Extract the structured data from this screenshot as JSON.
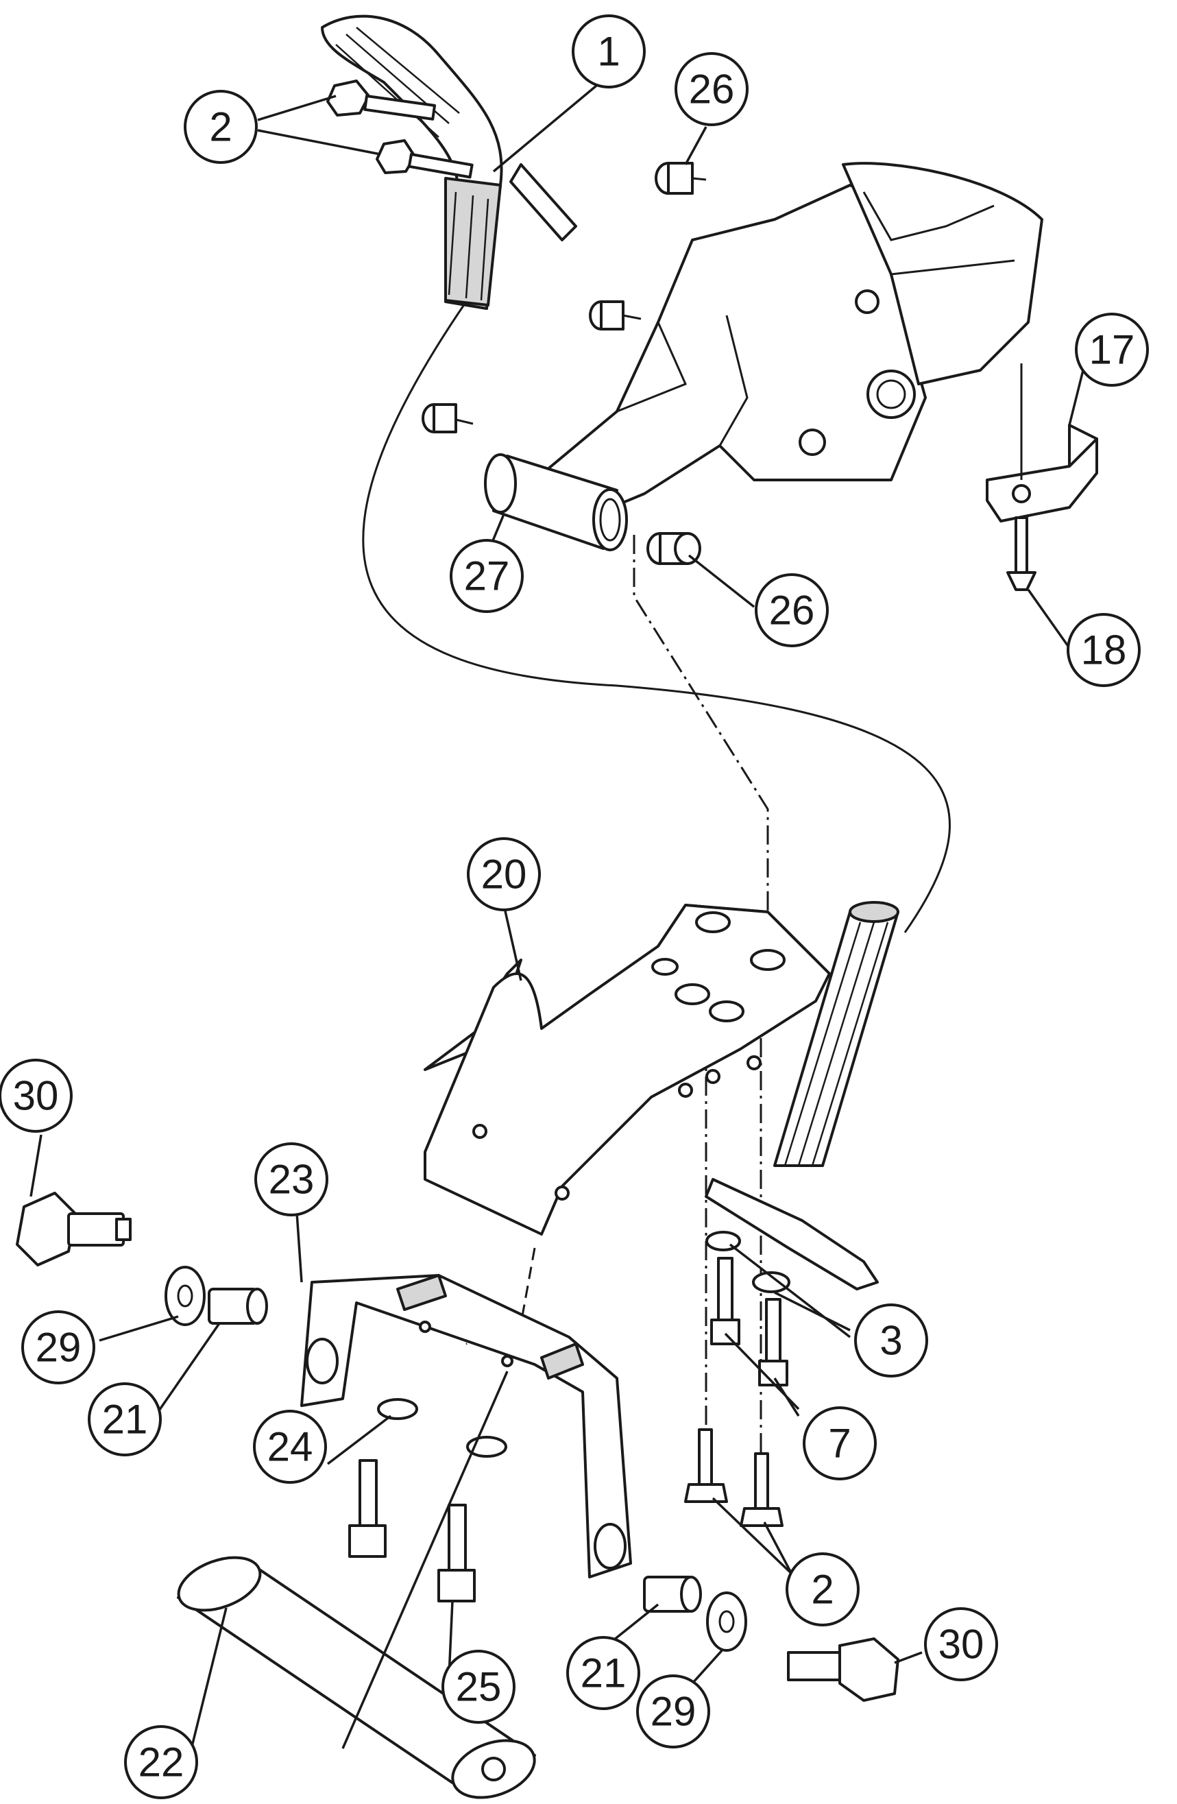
{
  "callouts": {
    "c1": "1",
    "c2a": "2",
    "c2b": "2",
    "c3": "3",
    "c7": "7",
    "c17": "17",
    "c18": "18",
    "c20": "20",
    "c21a": "21",
    "c21b": "21",
    "c22": "22",
    "c23": "23",
    "c24": "24",
    "c25": "25",
    "c26a": "26",
    "c26b": "26",
    "c27": "27",
    "c29a": "29",
    "c29b": "29",
    "c30a": "30",
    "c30b": "30"
  },
  "colors": {
    "line": "#1a1a1a",
    "background": "#ffffff",
    "shade": "#d6d6d6"
  }
}
